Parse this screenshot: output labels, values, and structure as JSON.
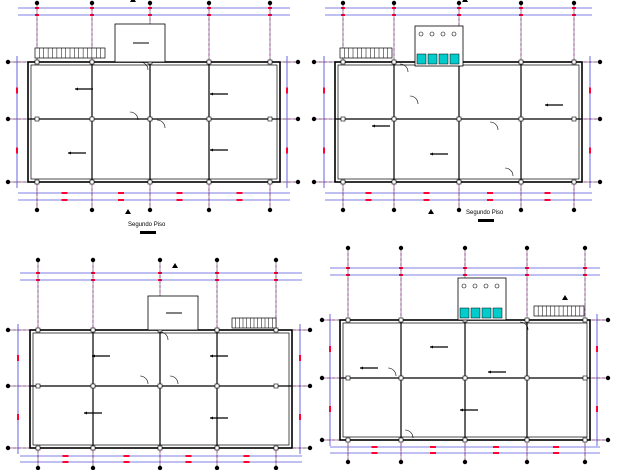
{
  "drawing": {
    "colors": {
      "wall": "#000000",
      "axis": "#ff00ff",
      "dimension": "#0000cc",
      "dimension_mark": "#ff0033",
      "grid_bubble": "#000000",
      "fixture": "#00cccc",
      "stair": "#000000",
      "background": "#ffffff"
    },
    "plans": [
      {
        "id": "plan-top-left",
        "caption": "Segundo Piso",
        "has_caption": true
      },
      {
        "id": "plan-top-right",
        "caption": "Segundo Piso",
        "has_caption": true
      },
      {
        "id": "plan-bottom-left",
        "caption": "",
        "has_caption": false
      },
      {
        "id": "plan-bottom-right",
        "caption": "",
        "has_caption": false
      }
    ]
  }
}
